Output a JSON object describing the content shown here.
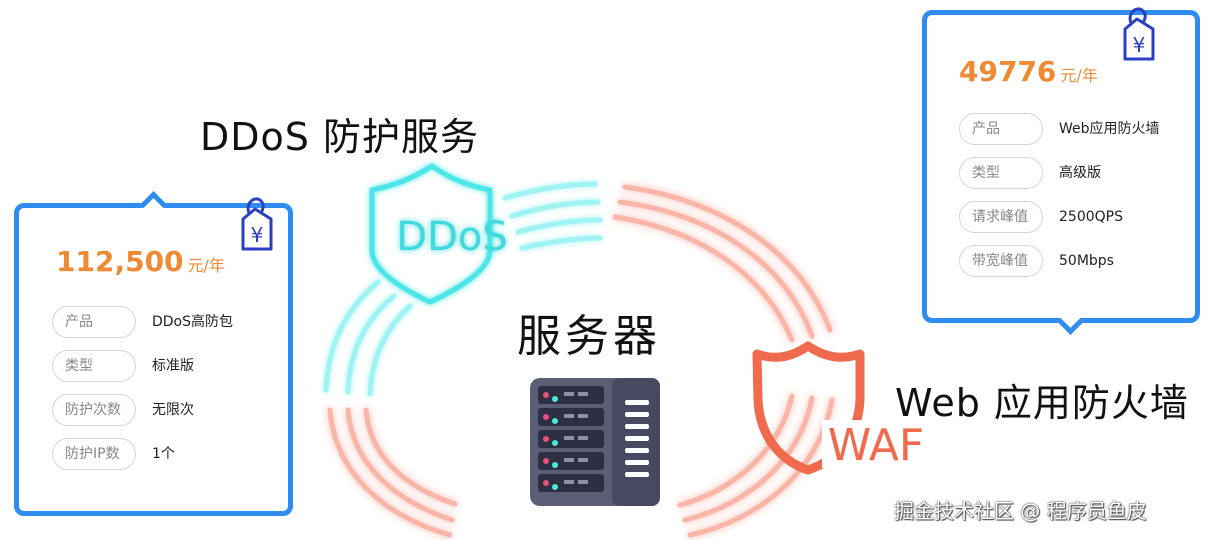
{
  "titles": {
    "ddos": "DDoS 防护服务",
    "server": "服务器",
    "waf": "Web 应用防火墙"
  },
  "shield_labels": {
    "ddos": "DDoS",
    "waf": "WAF"
  },
  "price_tag_symbol": "¥",
  "ddos_card": {
    "price": "112,500",
    "unit": "元/年",
    "rows": [
      {
        "label": "产品",
        "value": "DDoS高防包"
      },
      {
        "label": "类型",
        "value": "标准版"
      },
      {
        "label": "防护次数",
        "value": "无限次"
      },
      {
        "label": "防护IP数",
        "value": "1个"
      }
    ]
  },
  "waf_card": {
    "price": "49776",
    "unit": "元/年",
    "rows": [
      {
        "label": "产品",
        "value": "Web应用防火墙"
      },
      {
        "label": "类型",
        "value": "高级版"
      },
      {
        "label": "请求峰值",
        "value": "2500QPS"
      },
      {
        "label": "带宽峰值",
        "value": "50Mbps"
      }
    ]
  },
  "footer": "掘金技术社区 @ 程序员鱼皮",
  "colors": {
    "card_border": "#2f8cf0",
    "price": "#ef8a34",
    "ddos_glow": "#4ee6e6",
    "waf_glow": "#f2725a",
    "waf_shield": "#f06a4d",
    "tag": "#2c3fc4",
    "server_body": "#5a5c74"
  }
}
